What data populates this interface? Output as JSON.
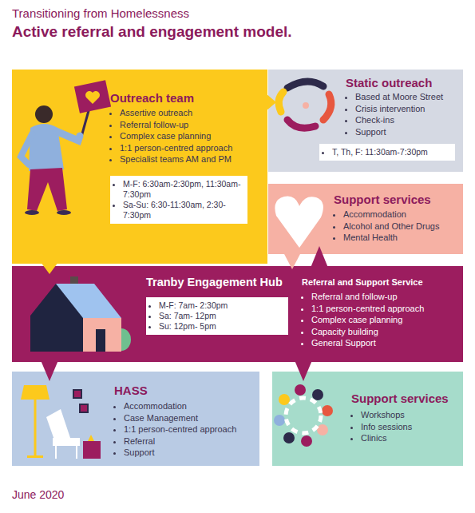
{
  "diagram": {
    "title": "Active referral and engagement model.",
    "caption": "June 2020",
    "nodes": [
      {
        "text": [
          "Outreach team",
          "Assertive outreach",
          "Referral follow-up",
          "Complex case planning",
          "1:1 person-centred approach",
          "Specialist teams AM and PM"
        ]
      },
      {
        "text": [
          "M-F: 6:30am-2:30pm, 11:30am-7:30pm",
          "Sa-Su: 6:30-11:30am, 2:30-7:30pm"
        ],
        "in": 0
      },
      {
        "text": [
          "Static outreach",
          "Based at Moore Street",
          "Crisis intervention",
          "Check-ins",
          "Support"
        ]
      },
      {
        "text": [
          "T, Th, F: 11:30am-7:30pm"
        ],
        "in": 2
      },
      {
        "text": [
          "Support services",
          "Accommodation",
          "Alcohol and Other Drugs",
          "Mental Health"
        ]
      },
      {
        "text": [
          "Tranby Engagement Hub",
          "Referral and Support Service",
          "Referral and follow-up",
          "1:1 person-centred approach",
          "Complex case planning",
          "Capacity building",
          "General Support"
        ]
      },
      {
        "text": [
          "M-F: 7am- 2:30pm",
          "Sa: 7am- 12pm",
          "Su: 12pm- 5pm"
        ],
        "in": 5
      },
      {
        "text": [
          "HASS",
          "Accommodation",
          "Case Management",
          "1:1 person-centred approach",
          "Referral",
          "Support"
        ]
      },
      {
        "text": [
          "Support services",
          "Workshops",
          "Info sessions",
          "Clinics"
        ]
      }
    ],
    "edges": [
      {
        "from": 0,
        "to": 2,
        "arrow": "to"
      },
      {
        "from": 0,
        "to": 5,
        "arrow": "to"
      },
      {
        "from": 4,
        "to": 5,
        "arrow": "to"
      },
      {
        "from": 5,
        "to": 4,
        "arrow": "to"
      },
      {
        "from": 5,
        "to": 7,
        "arrow": "to"
      },
      {
        "from": 5,
        "to": 8,
        "arrow": "to"
      }
    ],
    "labels": [
      "Transitioning from Homelessness"
    ]
  }
}
